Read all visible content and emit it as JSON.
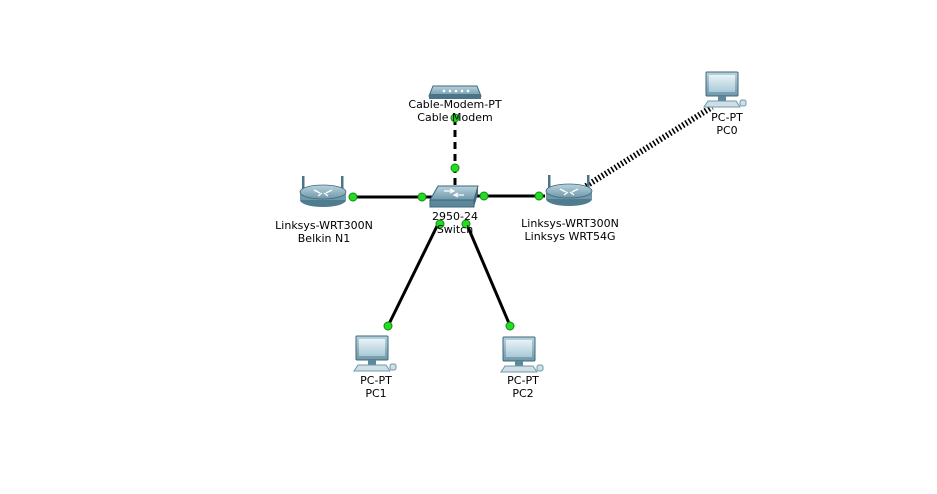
{
  "colors": {
    "link": "#000000",
    "port_up": "#22dd22",
    "port_up_dark": "#118811",
    "device_body": "#8fb5c6",
    "device_dark": "#4a7588",
    "device_light": "#cde3ec"
  },
  "devices": {
    "modem": {
      "model": "Cable-Modem-PT",
      "name": "Cable Modem",
      "icon": "cable-modem-icon"
    },
    "switch": {
      "model": "2950-24",
      "name": "Switch",
      "icon": "switch-icon"
    },
    "router_left": {
      "model": "Linksys-WRT300N",
      "name": "Belkin N1",
      "icon": "wireless-router-icon"
    },
    "router_right": {
      "model": "Linksys-WRT300N",
      "name": "Linksys WRT54G",
      "icon": "wireless-router-icon"
    },
    "pc0": {
      "model": "PC-PT",
      "name": "PC0",
      "icon": "pc-icon"
    },
    "pc1": {
      "model": "PC-PT",
      "name": "PC1",
      "icon": "pc-icon"
    },
    "pc2": {
      "model": "PC-PT",
      "name": "PC2",
      "icon": "pc-icon"
    }
  },
  "links": [
    {
      "from": "modem",
      "to": "switch",
      "type": "coaxial-dashed"
    },
    {
      "from": "router_left",
      "to": "switch",
      "type": "straight-through"
    },
    {
      "from": "switch",
      "to": "router_right",
      "type": "straight-through"
    },
    {
      "from": "switch",
      "to": "pc1",
      "type": "straight-through"
    },
    {
      "from": "switch",
      "to": "pc2",
      "type": "straight-through"
    },
    {
      "from": "router_right",
      "to": "pc0",
      "type": "wireless"
    }
  ]
}
